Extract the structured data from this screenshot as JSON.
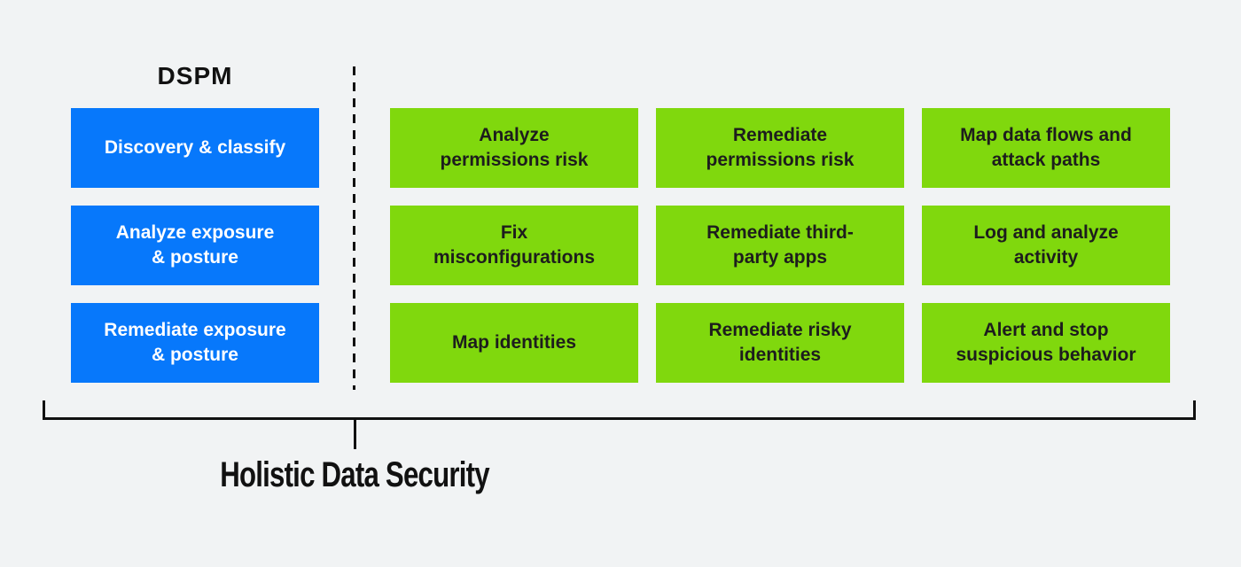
{
  "colors": {
    "bg": "#f1f3f4",
    "blue": "#0778fb",
    "green": "#80d80d",
    "ink": "#111111",
    "box-text-dark": "#1d1d1d"
  },
  "dspm": {
    "title": "DSPM",
    "items": [
      {
        "label": "Discovery & classify"
      },
      {
        "label": "Analyze exposure\n& posture"
      },
      {
        "label": "Remediate exposure\n& posture"
      }
    ]
  },
  "capabilities": {
    "items": [
      {
        "label": "Analyze\npermissions risk"
      },
      {
        "label": "Remediate\npermissions risk"
      },
      {
        "label": "Map data flows and\nattack paths"
      },
      {
        "label": "Fix\nmisconfigurations"
      },
      {
        "label": "Remediate third-\nparty apps"
      },
      {
        "label": "Log and analyze\nactivity"
      },
      {
        "label": "Map identities"
      },
      {
        "label": "Remediate risky\nidentities"
      },
      {
        "label": "Alert and stop\nsuspicious behavior"
      }
    ]
  },
  "bracket": {
    "label": "Holistic Data Security"
  }
}
